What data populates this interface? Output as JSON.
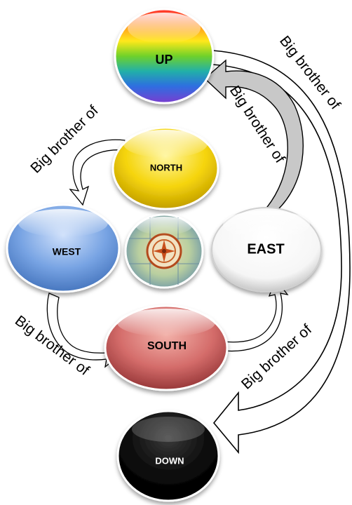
{
  "nodes": {
    "up": {
      "label": "UP"
    },
    "north": {
      "label": "NORTH"
    },
    "west": {
      "label": "WEST"
    },
    "east": {
      "label": "EAST"
    },
    "south": {
      "label": "SOUTH"
    },
    "down": {
      "label": "DOWN"
    },
    "center": {
      "icon": "compass-icon"
    }
  },
  "edges": [
    {
      "from": "up",
      "to": "down",
      "label": "Big brother of"
    },
    {
      "from": "east",
      "to": "up",
      "label": "Big brother of"
    },
    {
      "from": "north",
      "to": "west",
      "label": "Big brother of"
    },
    {
      "from": "west",
      "to": "south",
      "label": "Big brother of"
    },
    {
      "from": "south",
      "to": "east",
      "label": "Big brother of"
    }
  ],
  "colors": {
    "north": "#f2d000",
    "west": "#6f9ee0",
    "east": "#ffffff",
    "south": "#c85a5a",
    "down": "#000000",
    "arrow_gray": "#c8c8c8"
  }
}
